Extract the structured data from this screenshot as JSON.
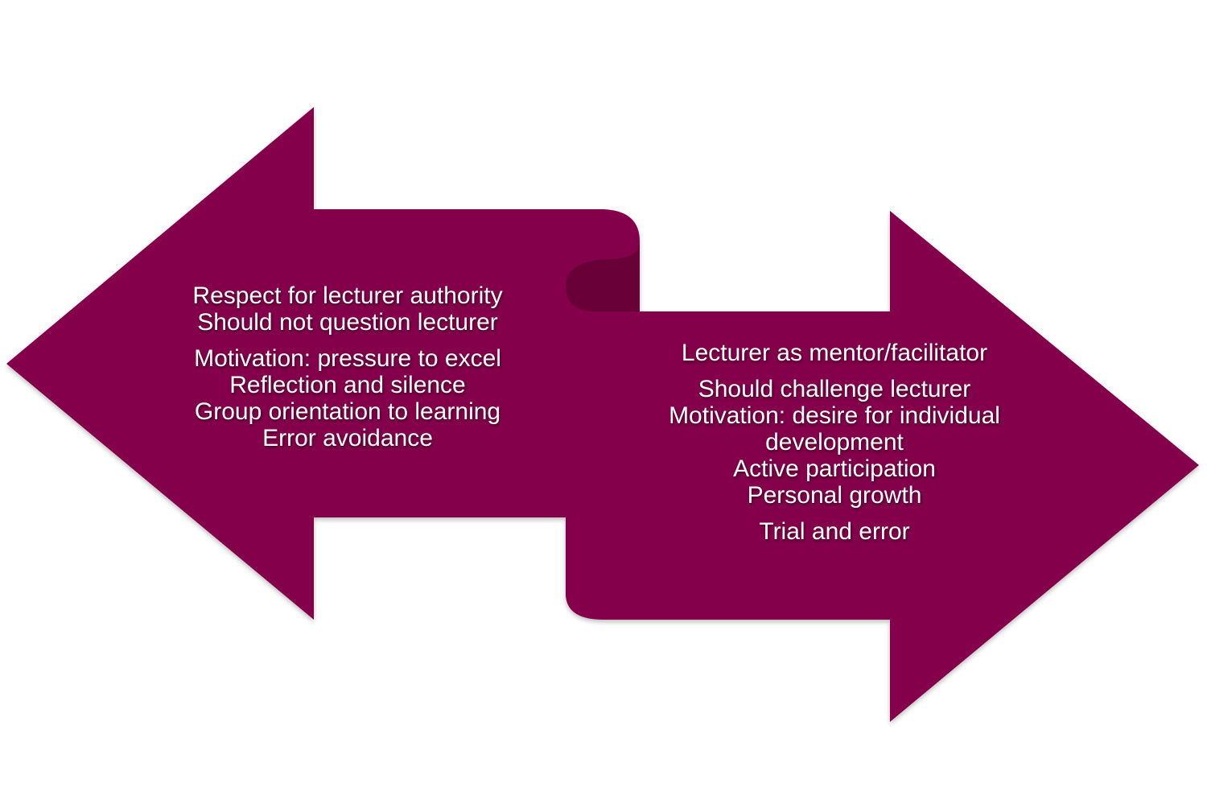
{
  "colors": {
    "arrow_fill": "#84004B",
    "fold_shadow": "#690039",
    "text": "#FFFFFF",
    "background": "#FFFFFF"
  },
  "left_arrow": {
    "lines": [
      "Respect for lecturer authority",
      "Should not question lecturer",
      "Motivation: pressure to excel",
      "Reflection and silence",
      "Group orientation to learning",
      "Error avoidance"
    ]
  },
  "right_arrow": {
    "lines": [
      "Lecturer as mentor/facilitator",
      "Should challenge lecturer",
      "Motivation: desire for  individual development",
      "Active participation",
      "Personal growth",
      "Trial and error"
    ]
  }
}
